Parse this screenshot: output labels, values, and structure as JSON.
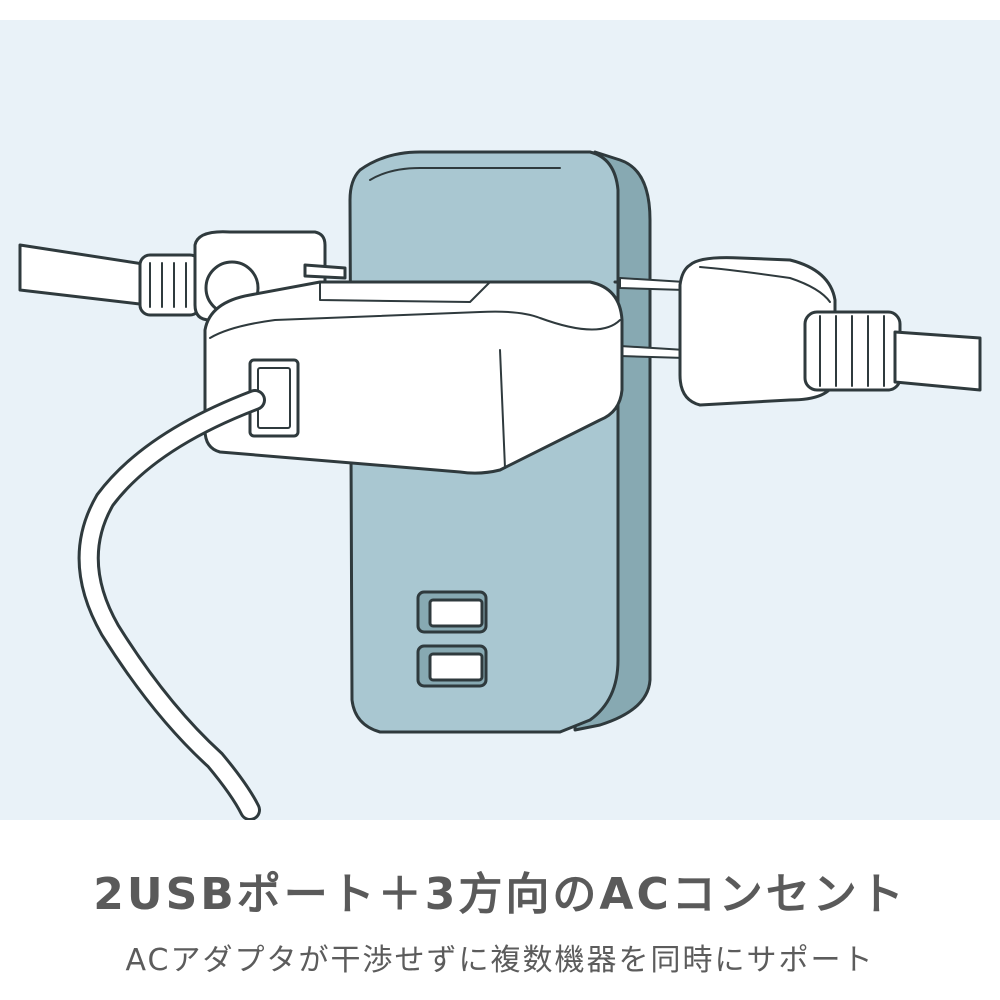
{
  "headline": "2USBポート＋3方向のACコンセント",
  "subline": "ACアダプタが干渉せずに複数機器を同時にサポート",
  "illustration": {
    "subject": "power-strip-with-plugs",
    "colors": {
      "background": "#e9f2f8",
      "tap_front": "#a9c7d1",
      "tap_side": "#87a9b2",
      "outline": "#2f3a3d",
      "plug_white": "#ffffff"
    }
  }
}
